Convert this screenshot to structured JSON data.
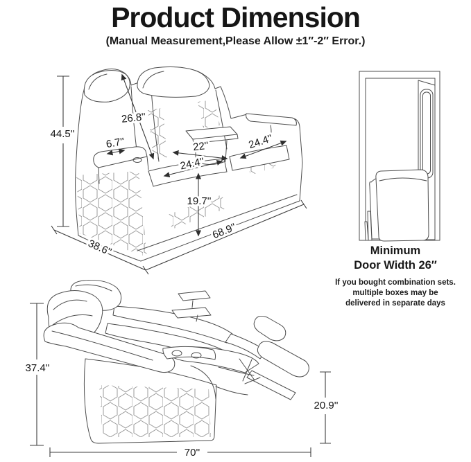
{
  "header": {
    "title": "Product Dimension",
    "subtitle": "(Manual Measurement,Please Allow ±1″-2″ Error.)"
  },
  "upright_view": {
    "overall_height": "44.5''",
    "backrest_length": "26.8''",
    "armrest_width": "6.7''",
    "seat_width": "22''",
    "seat_depth": "24.4''",
    "backrest_width": "24.4''",
    "seat_front_height": "19.7''",
    "overall_width": "68.9''",
    "overall_depth": "38.6''"
  },
  "door_info": {
    "caption_lines": [
      "Minimum",
      "Door Width 26″"
    ],
    "note_lines": [
      "If you bought combination sets.",
      "multiple boxes may be",
      "delivered in separate days"
    ]
  },
  "reclined_view": {
    "overall_height": "37.4''",
    "footrest_height": "20.9''",
    "overall_length": "70''"
  },
  "colors": {
    "line": "#4c4c4c",
    "text": "#1b1b1b",
    "background": "#ffffff"
  }
}
